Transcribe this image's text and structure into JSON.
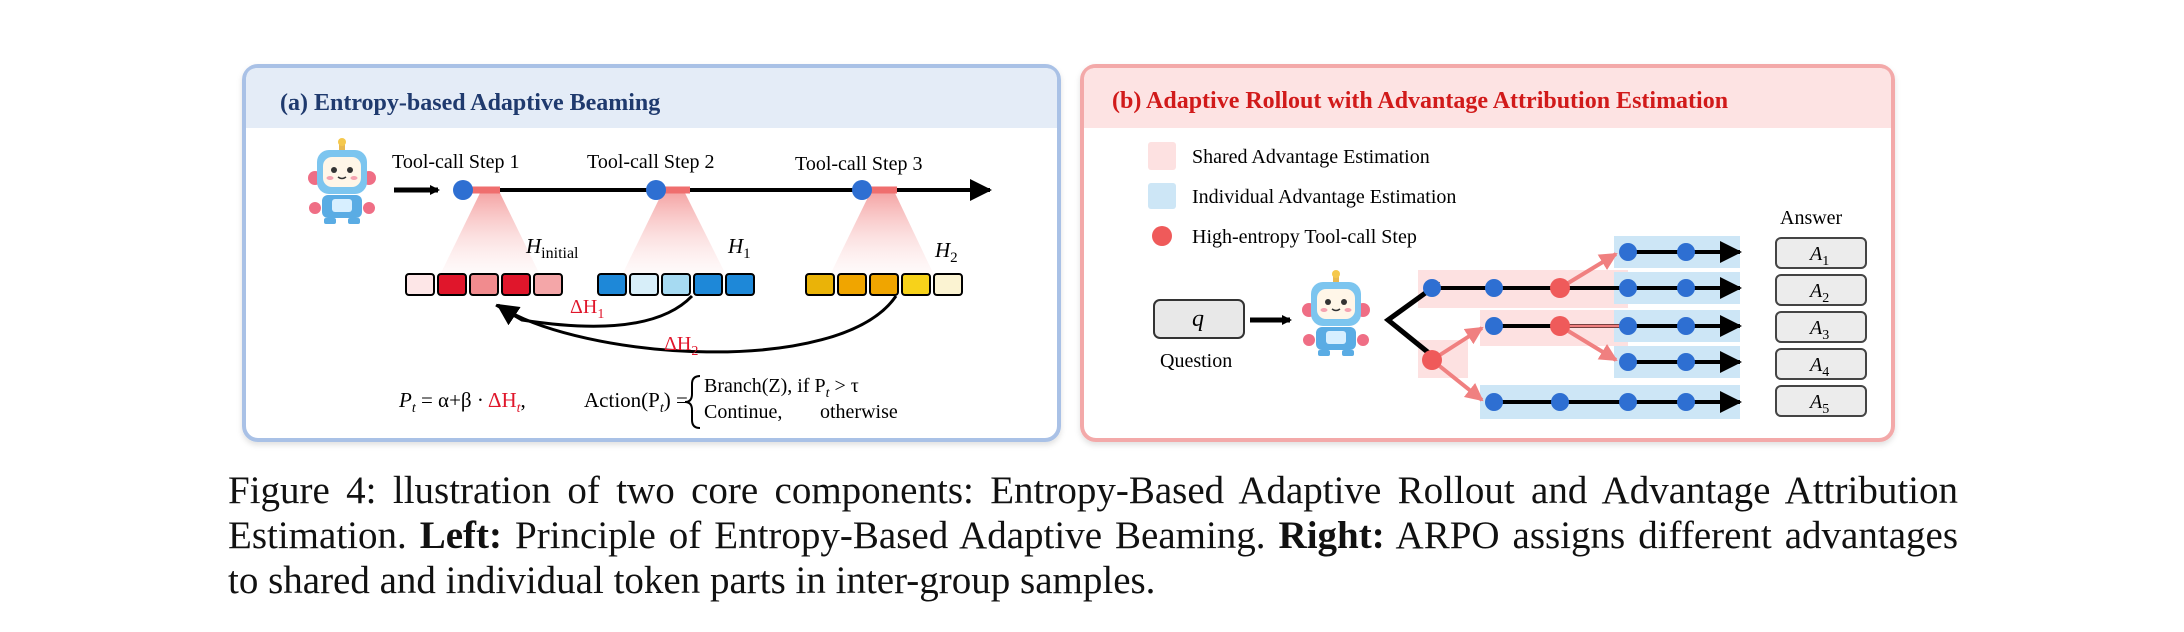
{
  "panel_a": {
    "title": "(a) Entropy-based Adaptive Beaming",
    "step_labels": [
      "Tool-call Step 1",
      "Tool-call Step 2",
      "Tool-call Step 3"
    ],
    "entropy_labels": [
      {
        "main": "H",
        "sub": "initial"
      },
      {
        "main": "H",
        "sub": "1"
      },
      {
        "main": "H",
        "sub": "2"
      }
    ],
    "delta_labels": [
      {
        "main": "ΔH",
        "sub": "1"
      },
      {
        "main": "ΔH",
        "sub": "2"
      }
    ],
    "token_groups": [
      [
        "#fde6e7",
        "#e0162b",
        "#f18b8e",
        "#e0162b",
        "#f4a6a8"
      ],
      [
        "#1e88d8",
        "#d7eef9",
        "#a6daf2",
        "#1e88d8",
        "#1e88d8"
      ],
      [
        "#eab308",
        "#f0a500",
        "#f0a500",
        "#f7d21a",
        "#fbf3d2"
      ]
    ],
    "formula": {
      "lhs": "P",
      "lhs_sub": "t",
      "rhs_pre": " = α+β · ",
      "delta": "ΔH",
      "delta_sub": "t",
      "action_label": "Action(P",
      "action_sub": "t",
      "action_close": ") =",
      "branch": "Branch(Z), if P",
      "branch_sub": "t",
      "branch_cond": " > τ",
      "continue": "Continue,",
      "otherwise": "otherwise"
    },
    "colors": {
      "border": "#a9c1e6",
      "header": "#e4ecf7",
      "title": "#1f3a6e"
    }
  },
  "panel_b": {
    "title": "(b) Adaptive Rollout with Advantage Attribution Estimation",
    "legend": [
      {
        "label": "Shared Advantage Estimation",
        "color": "#fde1e1"
      },
      {
        "label": "Individual Advantage Estimation",
        "color": "#cde6f6"
      },
      {
        "label": "High-entropy Tool-call Step",
        "color": "#ef5a5a"
      }
    ],
    "question_symbol": "q",
    "question_label": "Question",
    "answer_header": "Answer",
    "answers": [
      {
        "main": "A",
        "sub": "1"
      },
      {
        "main": "A",
        "sub": "2"
      },
      {
        "main": "A",
        "sub": "3"
      },
      {
        "main": "A",
        "sub": "4"
      },
      {
        "main": "A",
        "sub": "5"
      }
    ],
    "colors": {
      "border": "#f3a9a9",
      "header": "#fde3e3",
      "title": "#d11a1a"
    }
  },
  "caption": {
    "lead": "Figure 4: llustration of two core components: Entropy-Based Adaptive Rollout and Advantage Attribution Estimation. ",
    "left_label": "Left:",
    "left_text": " Principle of Entropy-Based Adaptive Beaming. ",
    "right_label": "Right:",
    "right_text": " ARPO assigns different advantages to shared and individual token parts in inter-group samples."
  }
}
